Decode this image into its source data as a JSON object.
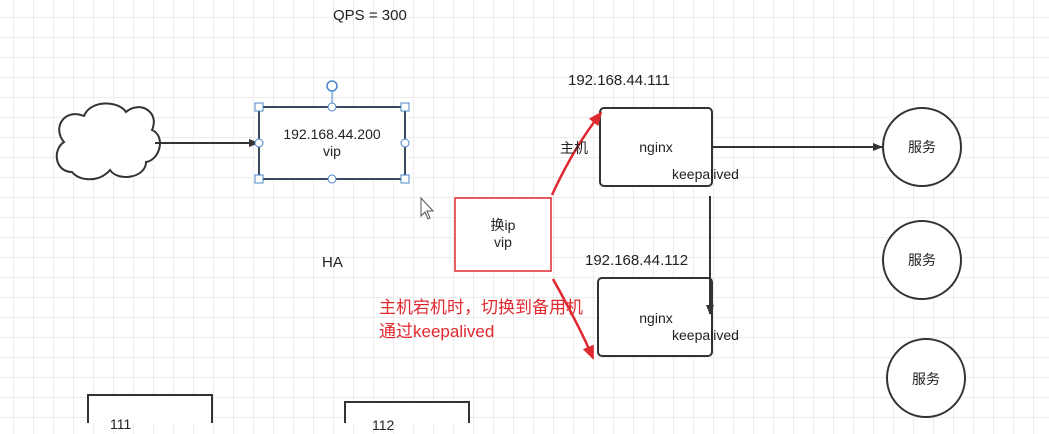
{
  "diagram": {
    "title": "QPS = 300",
    "vip_box": {
      "ip": "192.168.44.200",
      "label": "vip"
    },
    "ha_label": "HA",
    "switch_box": {
      "line1": "换ip",
      "line2": "vip"
    },
    "primary": {
      "ip": "192.168.44.111",
      "role": "主机",
      "name": "nginx",
      "agent": "keepalived"
    },
    "backup": {
      "ip": "192.168.44.112",
      "name": "nginx",
      "agent": "keepalived"
    },
    "services": [
      "服务",
      "服务",
      "服务"
    ],
    "note": {
      "line1": "主机宕机时，切换到备用机",
      "line2": "通过keepalived"
    },
    "bottom_boxes": [
      "111",
      "112"
    ],
    "colors": {
      "arrow_red": "#e0282f",
      "selection": "#4a84c9",
      "stroke": "#333333"
    }
  }
}
